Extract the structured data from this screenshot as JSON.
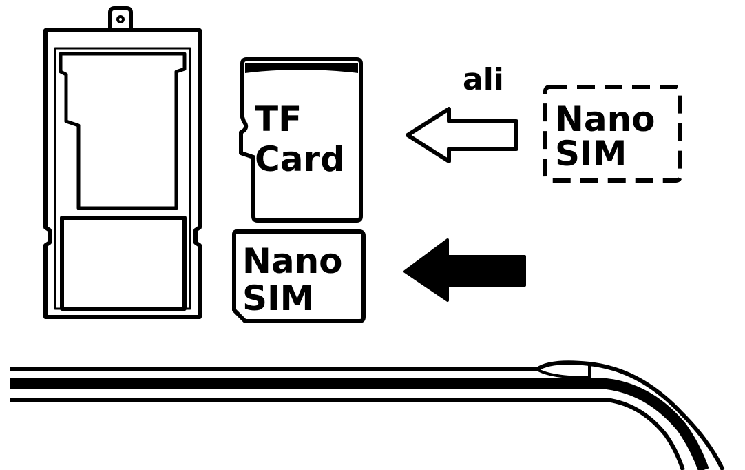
{
  "labels": {
    "tf_line1": "TF",
    "tf_line2": "Card",
    "sim_solid_line1": "Nano",
    "sim_solid_line2": "SIM",
    "sim_dashed_line1": "Nano",
    "sim_dashed_line2": "SIM",
    "alt_text": "ali"
  },
  "colors": {
    "ink": "#000000",
    "paper": "#ffffff"
  }
}
